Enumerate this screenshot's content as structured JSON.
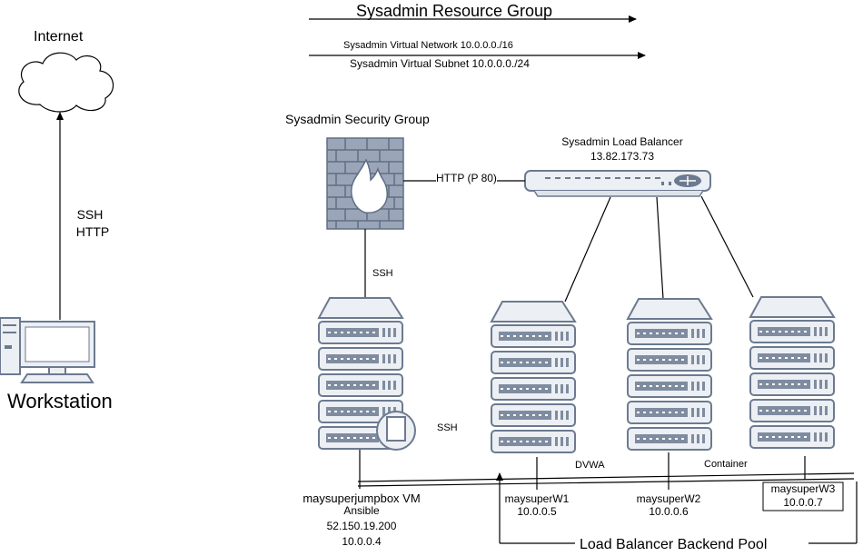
{
  "resource_group": "Sysadmin Resource Group",
  "virtual_network": "Sysadmin Virtual Network  10.0.0.0./16",
  "virtual_subnet": "Sysadmin Virtual Subnet 10.0.0.0./24",
  "internet": "Internet",
  "workstation": "Workstation",
  "workstation_link": {
    "line1": "SSH",
    "line2": "HTTP"
  },
  "security_group": "Sysadmin Security Group",
  "load_balancer": {
    "name": "Sysadmin Load Balancer",
    "ip": "13.82.173.73"
  },
  "http_link": "HTTP (P 80)",
  "ssh_label_1": "SSH",
  "ssh_label_2": "SSH",
  "jumpbox": {
    "name": "maysuperjumpbox VM",
    "role": "Ansible",
    "public_ip": "52.150.19.200",
    "private_ip": "10.0.0.4"
  },
  "dvwa": "DVWA",
  "container": "Container",
  "servers": [
    {
      "name": "maysuperW1",
      "ip": "10.0.0.5"
    },
    {
      "name": "maysuperW2",
      "ip": "10.0.0.6"
    },
    {
      "name": "maysuperW3",
      "ip": "10.0.0.7"
    }
  ],
  "backend_pool": "Load Balancer Backend Pool",
  "colors": {
    "device_fill": "#eceff3",
    "device_stroke": "#6c7a90",
    "firewall_fill": "#9aa5b8",
    "line": "#000000"
  }
}
